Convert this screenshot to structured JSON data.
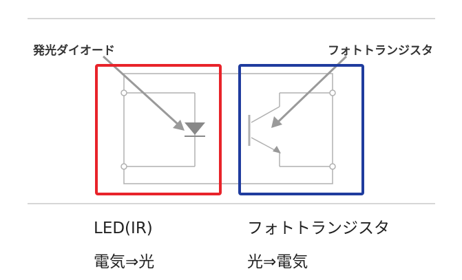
{
  "labels": {
    "led_label": "発光ダイオード",
    "phototransistor_label": "フォトトランジスタ"
  },
  "captions": {
    "led_name": "LED(IR)",
    "led_conversion": "電気⇒光",
    "phototransistor_name": "フォトトランジスタ",
    "phototransistor_conversion": "光⇒電気"
  },
  "colors": {
    "led_highlight": "#e8232a",
    "phototransistor_highlight": "#1f3c9e",
    "circuit_line": "#b0b0b0",
    "arrow": "#9a9a9a",
    "divider": "#c8c8c8",
    "label_text": "#333333",
    "caption_text": "#222222"
  }
}
